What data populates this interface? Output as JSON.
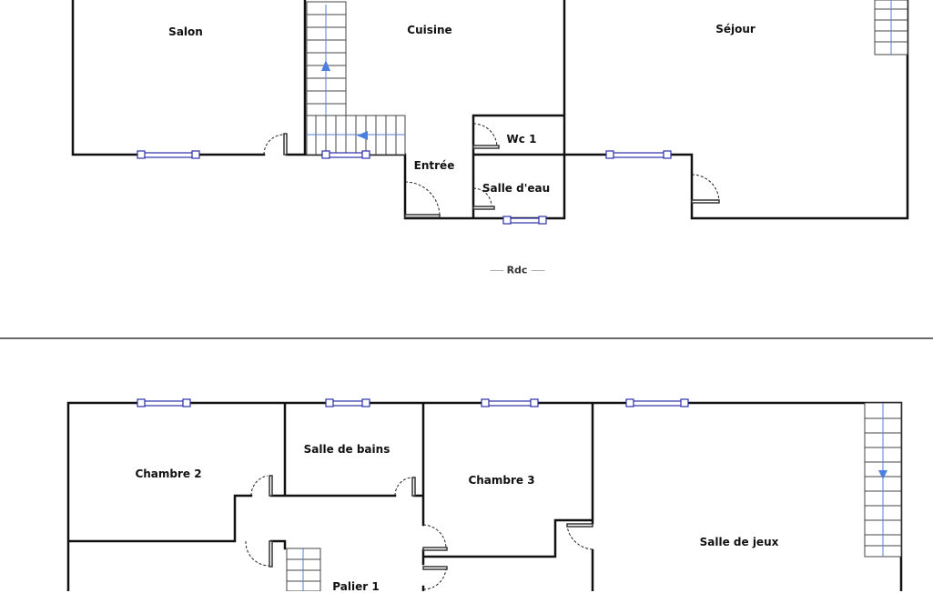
{
  "ground_floor": {
    "level_label": "Rdc",
    "rooms": [
      "Salon",
      "Cuisine",
      "Séjour",
      "Wc 1",
      "Entrée",
      "Salle d'eau"
    ]
  },
  "first_floor": {
    "rooms": [
      "Chambre 2",
      "Salle de bains",
      "Chambre 3",
      "Salle de jeux",
      "Palier 1"
    ]
  },
  "colors": {
    "wall": "#111111",
    "window": "#2b2fa8",
    "stair_arrow": "#4a7fe0"
  }
}
